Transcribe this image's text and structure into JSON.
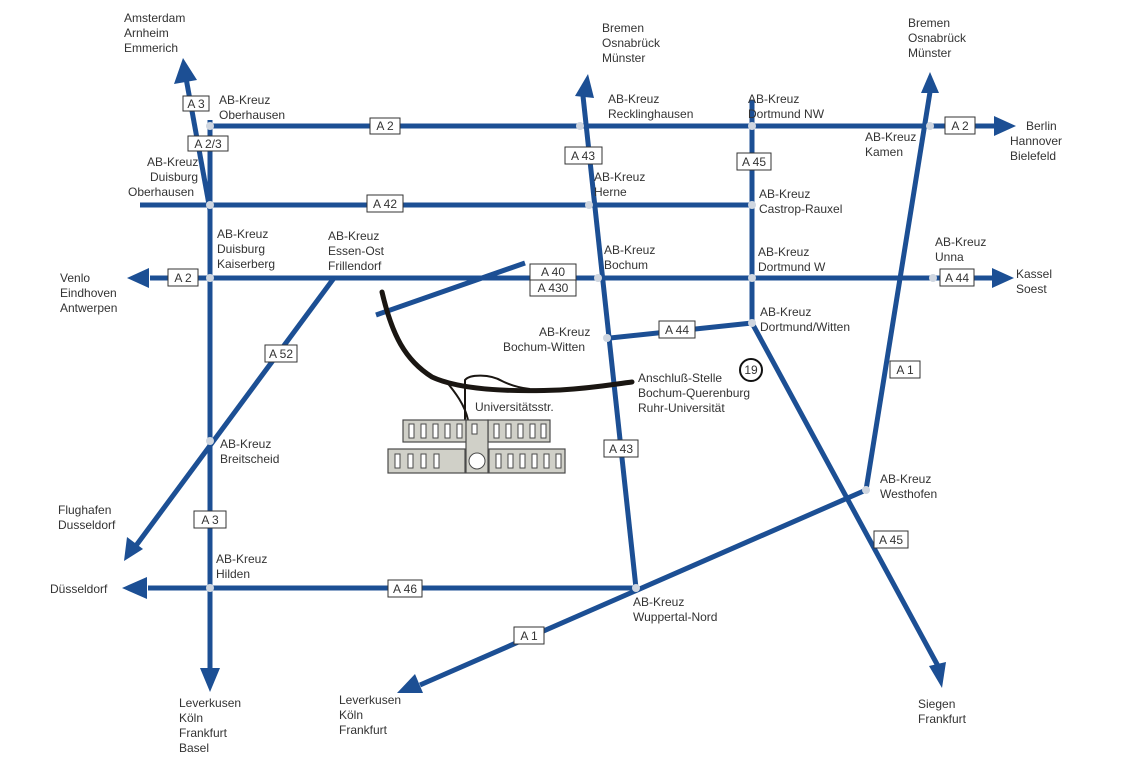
{
  "destinations": {
    "nw": [
      "Amsterdam",
      "Arnheim",
      "Emmerich"
    ],
    "north_a43": [
      "Bremen",
      "Osnabrück",
      "Münster"
    ],
    "north_a1": [
      "Bremen",
      "Osnabrück",
      "Münster"
    ],
    "east_a2": [
      "Berlin",
      "Hannover",
      "Bielefeld"
    ],
    "west_a2": [
      "Venlo",
      "Eindhoven",
      "Antwerpen"
    ],
    "east_a44": [
      "Kassel",
      "Soest"
    ],
    "airport": [
      "Flughafen",
      "Dusseldorf"
    ],
    "west_a46": [
      "Düsseldorf"
    ],
    "south_a3": [
      "Leverkusen",
      "Köln",
      "Frankfurt",
      "Basel"
    ],
    "south_a1": [
      "Leverkusen",
      "Köln",
      "Frankfurt"
    ],
    "south_a45": [
      "Siegen",
      "Frankfurt"
    ]
  },
  "junctions": {
    "oberhausen": [
      "AB-Kreuz",
      "Oberhausen"
    ],
    "recklinghausen": [
      "AB-Kreuz",
      "Recklinghausen"
    ],
    "dortmund_nw": [
      "AB-Kreuz",
      "Dortmund NW"
    ],
    "kamen": [
      "AB-Kreuz",
      "Kamen"
    ],
    "duisburg_oberhausen": [
      "AB-Kreuz",
      "Duisburg",
      "Oberhausen"
    ],
    "herne": [
      "AB-Kreuz",
      "Herne"
    ],
    "castrop": [
      "AB-Kreuz",
      "Castrop-Rauxel"
    ],
    "kaiserberg": [
      "AB-Kreuz",
      "Duisburg",
      "Kaiserberg"
    ],
    "essen_ost": [
      "AB-Kreuz",
      "Essen-Ost",
      "Frillendorf"
    ],
    "bochum": [
      "AB-Kreuz",
      "Bochum"
    ],
    "dortmund_w": [
      "AB-Kreuz",
      "Dortmund W"
    ],
    "unna": [
      "AB-Kreuz",
      "Unna"
    ],
    "dortmund_witten": [
      "AB-Kreuz",
      "Dortmund/Witten"
    ],
    "bochum_witten": [
      "AB-Kreuz",
      "Bochum-Witten"
    ],
    "breitscheid": [
      "AB-Kreuz",
      "Breitscheid"
    ],
    "hilden": [
      "AB-Kreuz",
      "Hilden"
    ],
    "westhofen": [
      "AB-Kreuz",
      "Westhofen"
    ],
    "wuppertal": [
      "AB-Kreuz",
      "Wuppertal-Nord"
    ]
  },
  "exit": {
    "lines": [
      "Anschluß-Stelle",
      "Bochum-Querenburg",
      "Ruhr-Universität"
    ],
    "number": "19"
  },
  "street_label": "Universitätsstr.",
  "shields": {
    "a3_top": "A 3",
    "a2_top": "A 2",
    "a23": "A 2/3",
    "a43_top": "A 43",
    "a45_top": "A 45",
    "a2_east": "A 2",
    "a42": "A 42",
    "a2_west": "A 2",
    "a40": "A 40",
    "a430": "A 430",
    "a44_east": "A 44",
    "a44_mid": "A 44",
    "a52": "A 52",
    "a1_mid": "A 1",
    "a43_mid": "A 43",
    "a3_low": "A 3",
    "a45_low": "A 45",
    "a46": "A 46",
    "a1_low": "A 1"
  },
  "colors": {
    "motorway": "#1c4f94",
    "local_road": "#1a1612",
    "campus": "#d0d0c8"
  }
}
